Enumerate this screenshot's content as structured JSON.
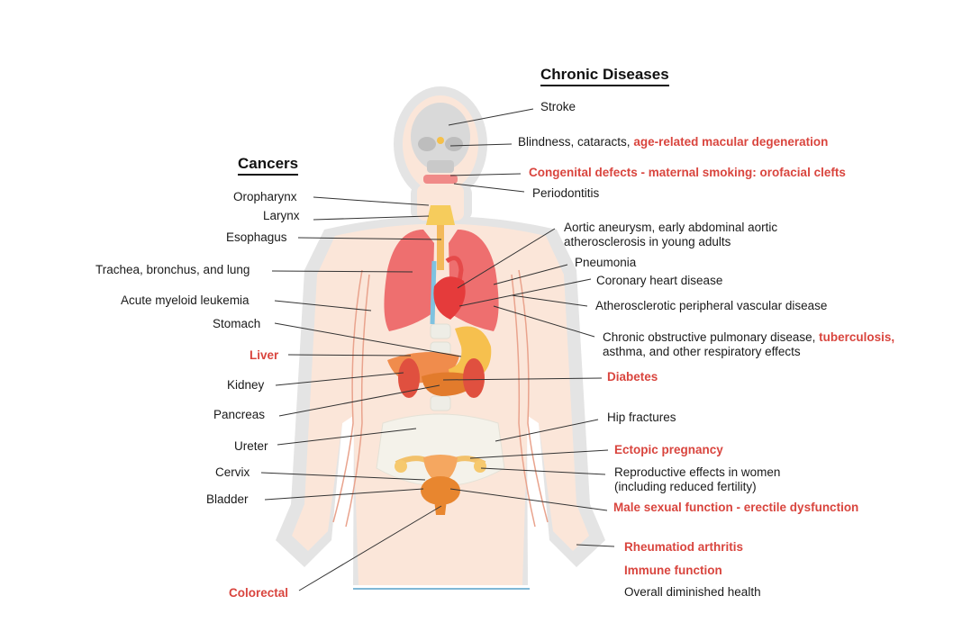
{
  "headings": {
    "cancers": "Cancers",
    "chronic": "Chronic Diseases"
  },
  "cancers": {
    "oropharynx": "Oropharynx",
    "larynx": "Larynx",
    "esophagus": "Esophagus",
    "trachea": "Trachea, bronchus, and lung",
    "aml": "Acute myeloid leukemia",
    "stomach": "Stomach",
    "liver": "Liver",
    "kidney": "Kidney",
    "pancreas": "Pancreas",
    "ureter": "Ureter",
    "cervix": "Cervix",
    "bladder": "Bladder",
    "colorectal": "Colorectal"
  },
  "chronic": {
    "stroke": "Stroke",
    "blindness_plain": "Blindness, cataracts,",
    "blindness_hl": "age-related macular degeneration",
    "congenital": "Congenital defects - maternal smoking: orofacial clefts",
    "periodontitis": "Periodontitis",
    "aortic_1": "Aortic aneurysm, early abdominal aortic",
    "aortic_2": "atherosclerosis in young adults",
    "pneumonia": "Pneumonia",
    "coronary": "Coronary heart disease",
    "atherosclerotic": "Atherosclerotic peripheral vascular disease",
    "copd_plain": "Chronic obstructive pulmonary disease,",
    "copd_hl": "tuberculosis,",
    "copd_2": "asthma, and other respiratory effects",
    "diabetes": "Diabetes",
    "hip": "Hip fractures",
    "ectopic": "Ectopic pregnancy",
    "repro_1": "Reproductive effects in women",
    "repro_2": "(including reduced fertility)",
    "male": "Male sexual function - erectile dysfunction",
    "rheumatoid": "Rheumatiod arthritis",
    "immune": "Immune function",
    "overall": "Overall diminished health"
  },
  "colors": {
    "highlight": "#d9453e",
    "body_outline": "#e6e6e6",
    "skin": "#fbe9de",
    "lung": "#ee6c6c",
    "heart": "#e84040",
    "liver": "#e8643f",
    "stomach": "#f6c04e",
    "reproductive": "#f0a050",
    "skeleton": "#f3f2ec",
    "floor": "#7fb8d6"
  }
}
